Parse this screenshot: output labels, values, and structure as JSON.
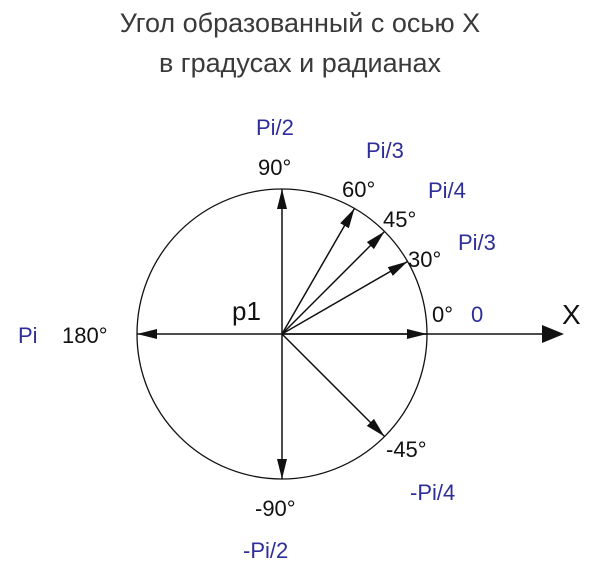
{
  "title": {
    "line1": "Угол образованный с осью X",
    "line2": "в градусах и радианах"
  },
  "center_label": "p1",
  "axis_label": "X",
  "colors": {
    "line": "#111111",
    "degree_text": "#111111",
    "radian_text": "#2e2e9a",
    "title_text": "#3a3a3a"
  },
  "angles": [
    {
      "angle_deg": 90,
      "degree_label": "90°",
      "radian_label": "Pi/2"
    },
    {
      "angle_deg": 60,
      "degree_label": "60°",
      "radian_label": "Pi/3"
    },
    {
      "angle_deg": 45,
      "degree_label": "45°",
      "radian_label": "Pi/4"
    },
    {
      "angle_deg": 30,
      "degree_label": "30°",
      "radian_label": "Pi/3"
    },
    {
      "angle_deg": 0,
      "degree_label": "0°",
      "radian_label": "0"
    },
    {
      "angle_deg": 180,
      "degree_label": "180°",
      "radian_label": "Pi"
    },
    {
      "angle_deg": -45,
      "degree_label": "-45°",
      "radian_label": "-Pi/4"
    },
    {
      "angle_deg": -90,
      "degree_label": "-90°",
      "radian_label": "-Pi/2"
    }
  ]
}
